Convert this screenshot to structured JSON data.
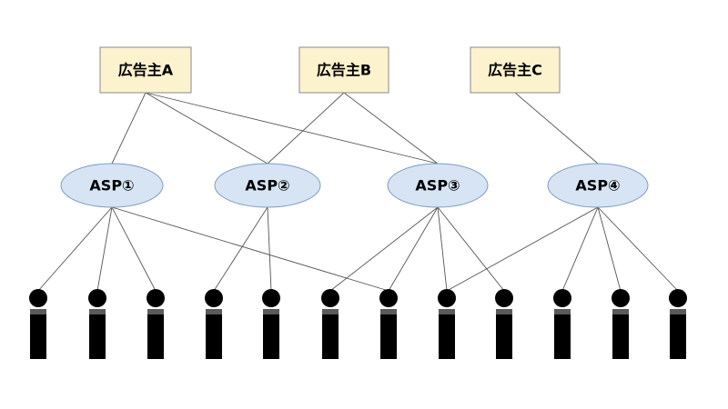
{
  "advertisers": [
    {
      "id": "A",
      "label": "広告主A"
    },
    {
      "id": "B",
      "label": "広告主B"
    },
    {
      "id": "C",
      "label": "広告主C"
    }
  ],
  "asps": [
    {
      "id": "1",
      "label": "ASP①"
    },
    {
      "id": "2",
      "label": "ASP②"
    },
    {
      "id": "3",
      "label": "ASP③"
    },
    {
      "id": "4",
      "label": "ASP④"
    }
  ],
  "user_count": 12,
  "advertiser_asp_links": [
    [
      "A",
      "1"
    ],
    [
      "A",
      "2"
    ],
    [
      "A",
      "3"
    ],
    [
      "B",
      "2"
    ],
    [
      "B",
      "3"
    ],
    [
      "C",
      "4"
    ]
  ],
  "asp_user_links": [
    [
      "1",
      1
    ],
    [
      "1",
      2
    ],
    [
      "1",
      3
    ],
    [
      "1",
      7
    ],
    [
      "2",
      4
    ],
    [
      "2",
      5
    ],
    [
      "3",
      6
    ],
    [
      "3",
      7
    ],
    [
      "3",
      8
    ],
    [
      "3",
      9
    ],
    [
      "4",
      8
    ],
    [
      "4",
      10
    ],
    [
      "4",
      11
    ],
    [
      "4",
      12
    ]
  ],
  "colors": {
    "advertiser_fill": "#fcf2cd",
    "advertiser_border": "#8a8a8a",
    "asp_fill": "#d6e4f3",
    "asp_border": "#7b9cc1",
    "user": "#000000",
    "link": "#555555"
  }
}
